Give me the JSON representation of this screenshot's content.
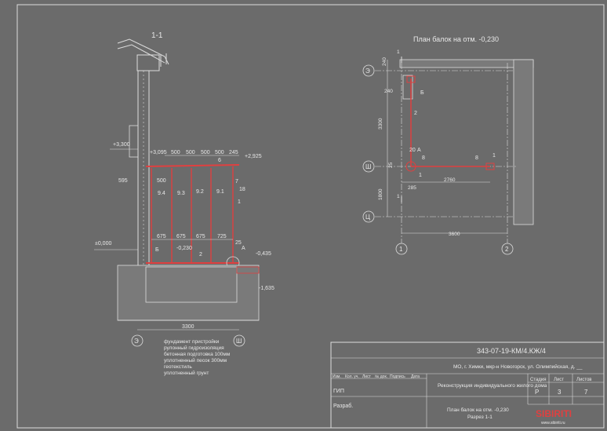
{
  "colors": {
    "background": "#6b6b6b",
    "line": "#dcdcdc",
    "accent": "#e04040"
  },
  "section": {
    "title": "1-1",
    "levels": {
      "top": "+3,300",
      "zero": "±0,000",
      "minus435": "-0,435",
      "minus1635": "-1,635",
      "minus230": "-0,230",
      "plus3095": "+3,095",
      "plus2925": "+2,925"
    },
    "top_dims": [
      "500",
      "500",
      "500",
      "500",
      "245"
    ],
    "bottom_dims": [
      "675",
      "675",
      "675",
      "725"
    ],
    "dim_595": "595",
    "dim_500": "500",
    "dim_3300": "3300",
    "member_labels": [
      "9.4",
      "9.3",
      "9.2",
      "9.1"
    ],
    "marks": {
      "m6": "6",
      "m7": "7",
      "m18": "18",
      "m1": "1",
      "m25": "25",
      "mA": "А",
      "m2": "2",
      "mB": "Б"
    },
    "axes": [
      "Э",
      "Ш"
    ],
    "layers": [
      "фундамент пристройки",
      "рулонный гидроизоляция",
      "бетонная подготовка 100мм",
      "уплотненный песок 300мм",
      "геотекстиль",
      "уплотненный грунт"
    ]
  },
  "plan": {
    "title": "План балок на отм. -0,230",
    "axes_left": [
      "Э",
      "Ш",
      "Ц"
    ],
    "axes_bottom": [
      "1",
      "2"
    ],
    "dims_vertical": [
      "240",
      "3300",
      "25",
      "1800"
    ],
    "dim_240h": "240",
    "dims_horizontal": [
      "285",
      "2760",
      "3600"
    ],
    "marks": {
      "cut": "1",
      "b": "Б",
      "n2": "2",
      "n20": "20",
      "a": "А",
      "n8a": "8",
      "n8b": "8",
      "n1a": "1",
      "n1b": "1"
    }
  },
  "stamp": {
    "code": "343-07-19-КМ/4.КЖ/4",
    "address": "МО, г. Химки, мкр-н Новогорск, ул. Олимпийская, д. __",
    "headers": [
      "Изм.",
      "Кол. уч.",
      "Лист",
      "№ док.",
      "Подпись",
      "Дата"
    ],
    "project": "Реконструкция индивидуального жилого дома",
    "sheet_title": "План балок на отм. -0,230",
    "sheet_sub": "Разрез 1-1",
    "col_stage": "Стадия",
    "col_sheet": "Лист",
    "col_sheets": "Листов",
    "stage": "Р",
    "sheet": "3",
    "sheets": "7",
    "role_gip": "ГИП",
    "role_dev": "Разраб.",
    "logo": "SIBIRITI",
    "site": "www.sibiriti.ru"
  }
}
